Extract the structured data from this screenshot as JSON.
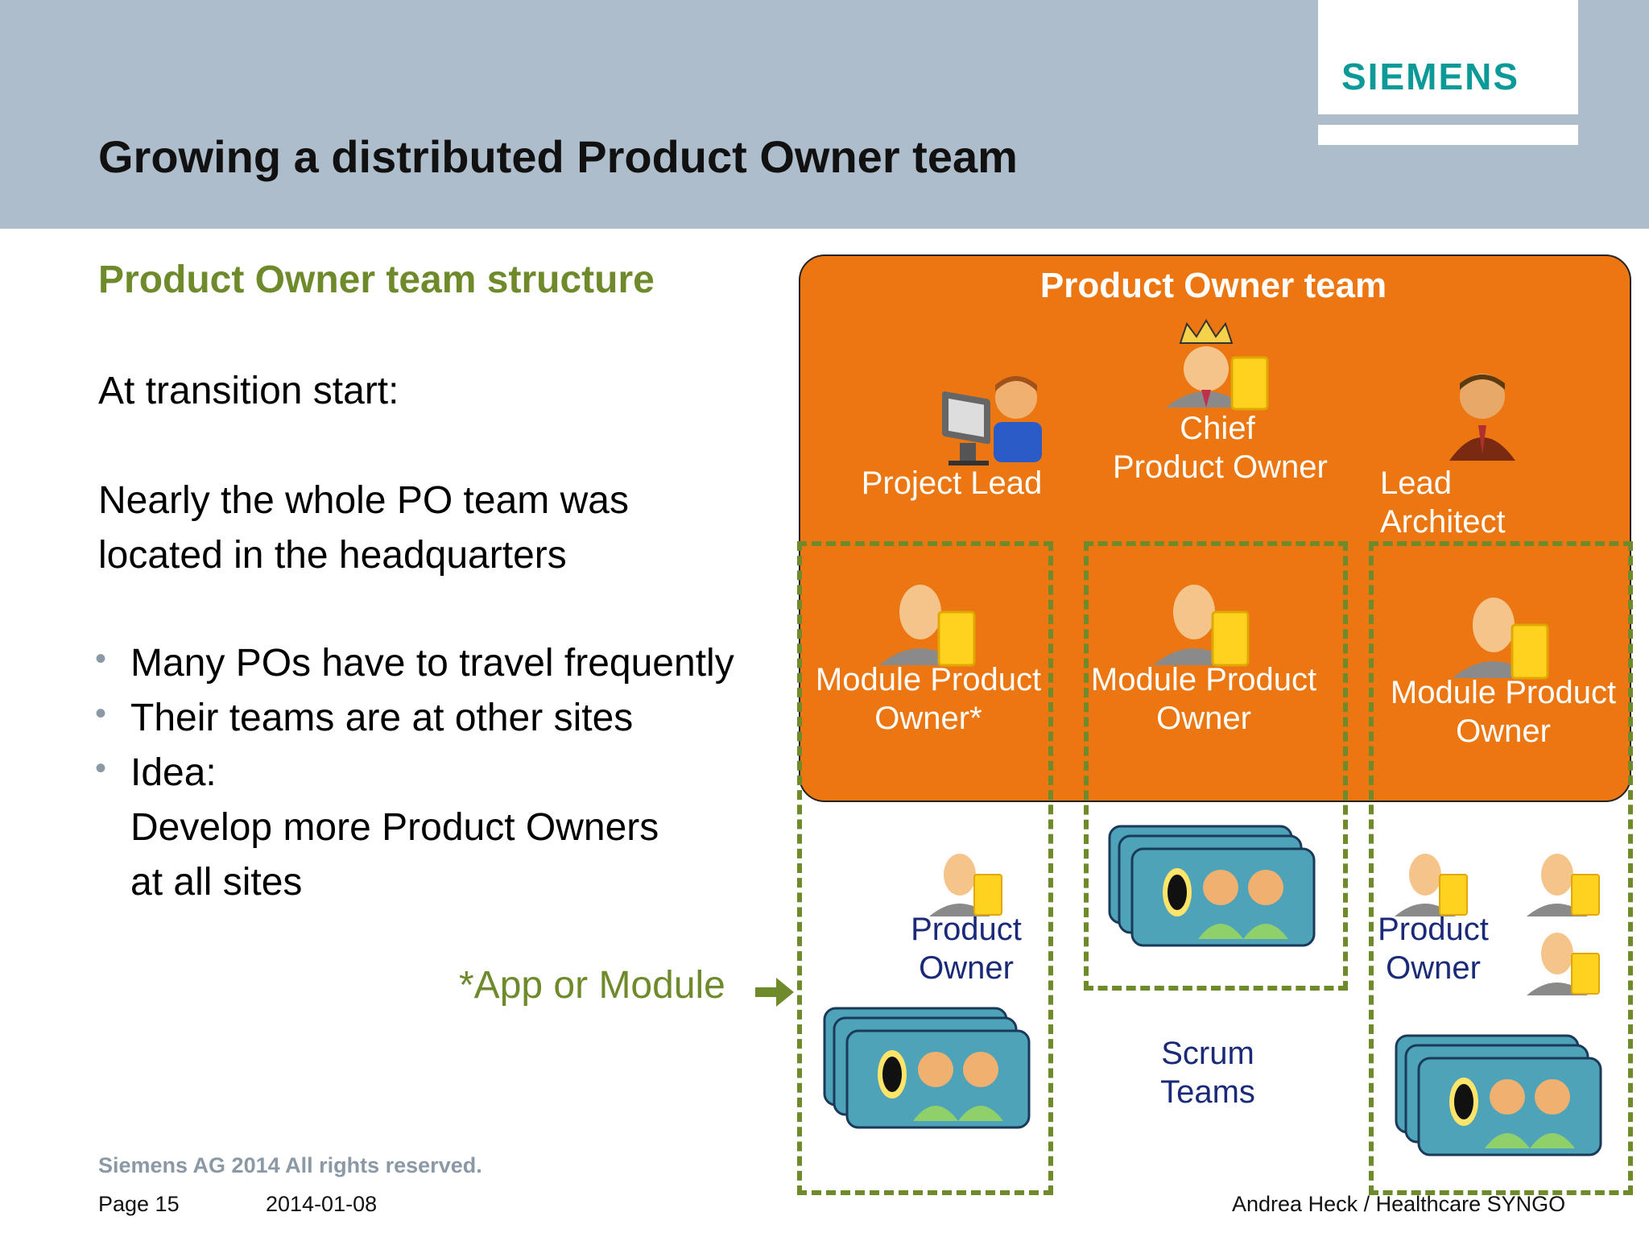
{
  "header": {
    "title": "Growing a distributed Product Owner team",
    "logo": "SIEMENS",
    "colors": {
      "band": "#aebdcb",
      "logo": "#0b9a98"
    }
  },
  "left": {
    "subtitle": "Product Owner team structure",
    "intro": "At transition start:",
    "para_line1": "Nearly the whole PO team was",
    "para_line2": "located in the headquarters",
    "bullets": [
      "Many POs have to travel frequently",
      "Their teams are at other sites",
      "Idea:"
    ],
    "bullet_continuation_1": "Develop more Product Owners",
    "bullet_continuation_2": "at all sites",
    "footnote": "*App or Module"
  },
  "diagram": {
    "box_title": "Product Owner team",
    "project_lead": "Project Lead",
    "chief_line1": "Chief",
    "chief_line2": "Product Owner",
    "lead_line1": "Lead",
    "lead_line2": "Architect",
    "mpo1_line1": "Module Product",
    "mpo1_line2": "Owner*",
    "mpo2_line1": "Module Product",
    "mpo2_line2": "Owner",
    "mpo3_line1": "Module Product",
    "mpo3_line2": "Owner",
    "po1_line1": "Product",
    "po1_line2": "Owner",
    "po3_line1": "Product",
    "po3_line2": "Owner",
    "scrum_line1": "Scrum",
    "scrum_line2": "Teams",
    "colors": {
      "orange": "#ec7712",
      "green_dash": "#6e8a2b",
      "team_card": "#4fa3b8"
    }
  },
  "footer": {
    "copyright": "Siemens AG 2014 All rights reserved.",
    "page": "Page 15",
    "date": "2014-01-08",
    "author": "Andrea Heck / Healthcare SYNGO"
  }
}
